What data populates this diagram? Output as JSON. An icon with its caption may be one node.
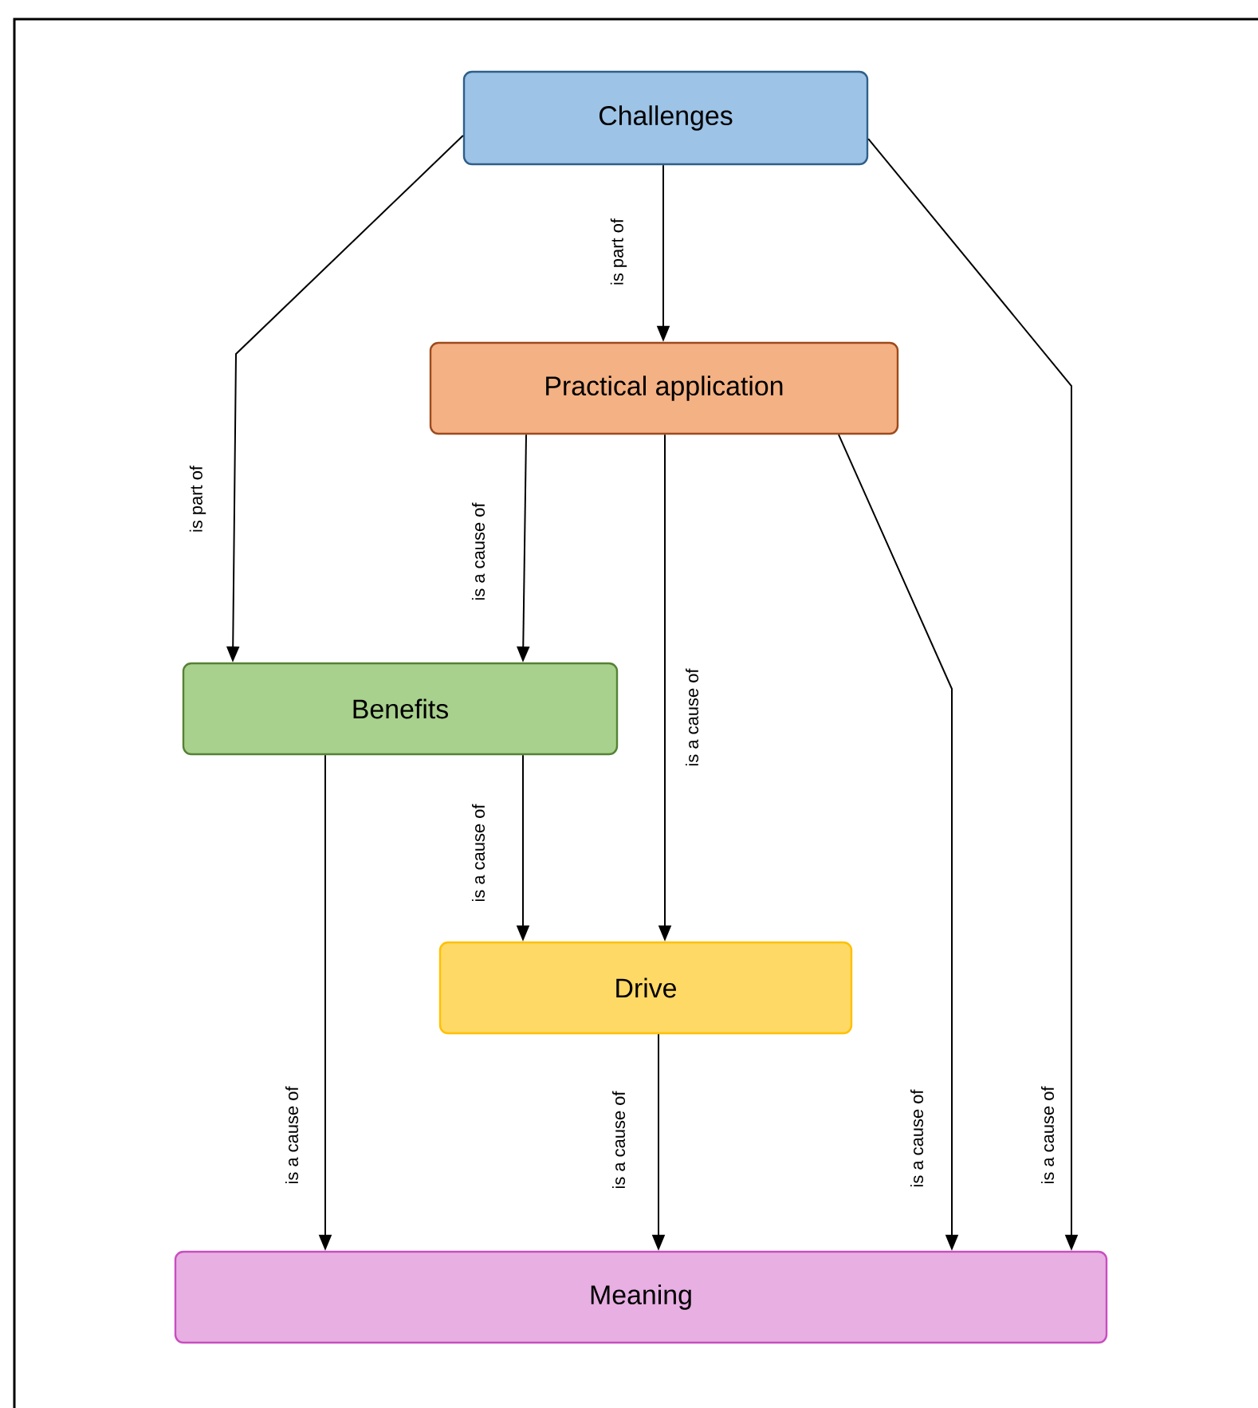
{
  "diagram": {
    "nodes": [
      {
        "text": [
          "Challenges"
        ]
      },
      {
        "text": [
          "Practical application"
        ]
      },
      {
        "text": [
          "Benefits"
        ]
      },
      {
        "text": [
          "Drive"
        ]
      },
      {
        "text": [
          "Meaning"
        ]
      }
    ],
    "edges": [
      {
        "from": 0,
        "to": 1,
        "arrow": "to",
        "label": "is part of"
      },
      {
        "from": 0,
        "to": 2,
        "arrow": "to",
        "label": "is part of"
      },
      {
        "from": 0,
        "to": 4,
        "arrow": "to",
        "label": "is a cause of"
      },
      {
        "from": 1,
        "to": 2,
        "arrow": "to",
        "label": "is a cause of"
      },
      {
        "from": 1,
        "to": 3,
        "arrow": "to",
        "label": "is a cause of"
      },
      {
        "from": 1,
        "to": 4,
        "arrow": "to",
        "label": "is a cause of"
      },
      {
        "from": 2,
        "to": 3,
        "arrow": "to",
        "label": "is a cause of"
      },
      {
        "from": 2,
        "to": 4,
        "arrow": "to",
        "label": "is a cause of"
      },
      {
        "from": 3,
        "to": 4,
        "arrow": "to",
        "label": "is a cause of"
      }
    ]
  }
}
